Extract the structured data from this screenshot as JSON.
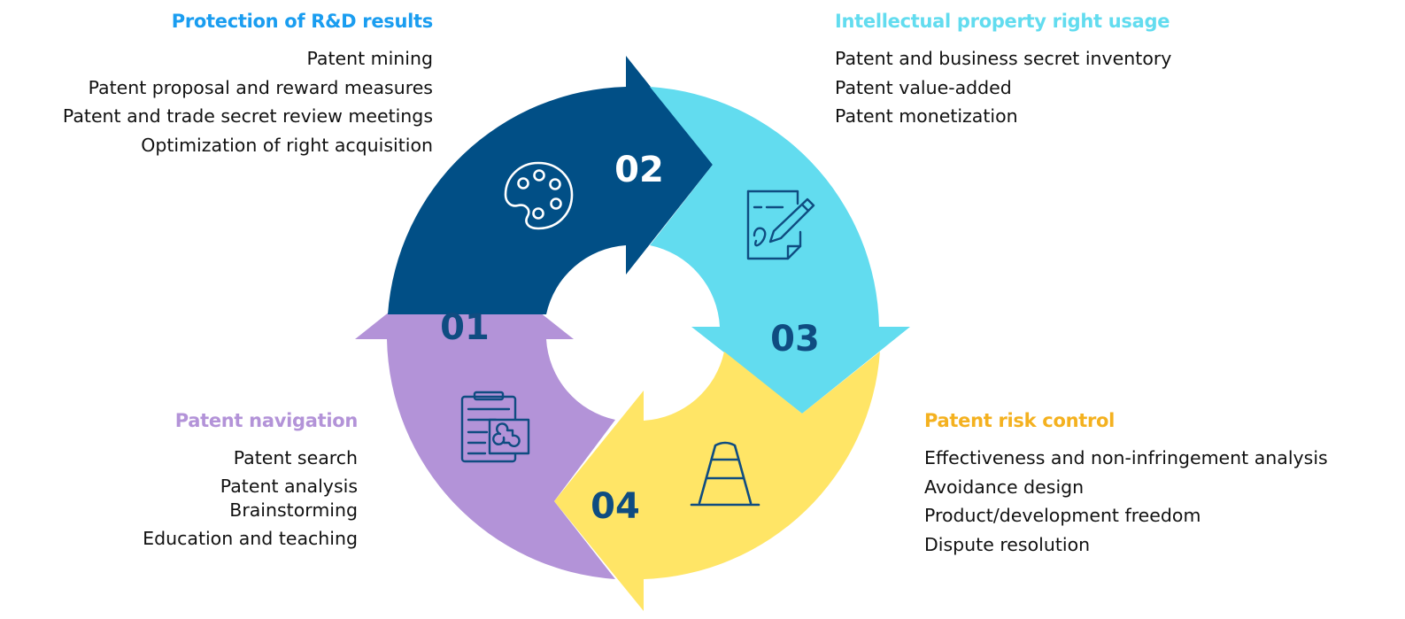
{
  "panels": {
    "p1": {
      "title": "Protection of R&D results",
      "items": [
        "Patent mining",
        "Patent proposal and reward measures",
        "Patent and trade secret review meetings",
        "Optimization of right acquisition"
      ]
    },
    "p2": {
      "title": "Intellectual property right usage",
      "items": [
        "Patent and business secret inventory",
        "Patent value-added",
        "Patent monetization"
      ]
    },
    "p3": {
      "title": "Patent risk control",
      "items": [
        "Effectiveness and non-infringement analysis",
        "Avoidance design",
        "Product/development freedom",
        "Dispute resolution"
      ]
    },
    "p4": {
      "title": "Patent navigation",
      "items": [
        "Patent search",
        "Patent analysis",
        "Brainstorming",
        "Education and teaching"
      ]
    }
  },
  "steps": {
    "s1": "01",
    "s2": "02",
    "s3": "03",
    "s4": "04"
  },
  "icons": {
    "s1": "clipboard-puzzle-icon",
    "s2": "palette-icon",
    "s3": "document-pencil-icon",
    "s4": "traffic-cone-icon"
  },
  "colors": {
    "step1": "#B393D8",
    "step2": "#014F86",
    "step3": "#62DCEF",
    "step4": "#FFE566",
    "title1": "#1A9DF0",
    "title2": "#62DCEF",
    "title3": "#F4B11F",
    "title4": "#B393D8",
    "number_dark": "#0F4C81",
    "icon_dark": "#0F4C81"
  }
}
